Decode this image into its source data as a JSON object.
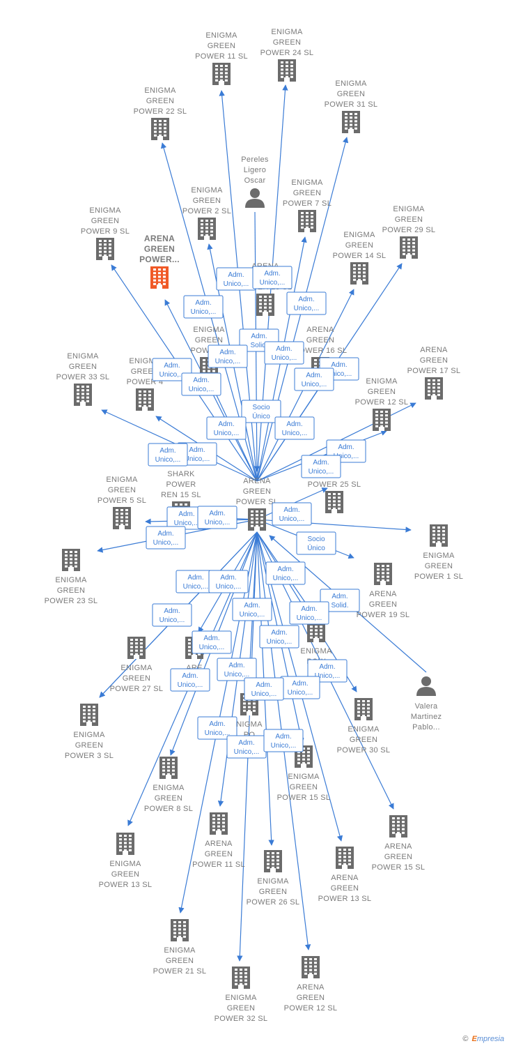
{
  "colors": {
    "building": "#6b6b6b",
    "highlight": "#f05a28",
    "edge": "#3a7bd5",
    "label": "#7a7a7a"
  },
  "footer": {
    "copyright": "©",
    "brand_first": "E",
    "brand_rest": "mpresia"
  },
  "center": {
    "id": "center",
    "lines": [
      "ARENA",
      "GREEN",
      "POWER  SL"
    ]
  },
  "nodes": [
    {
      "id": "n11",
      "type": "company",
      "lines": [
        "ENIGMA",
        "GREEN",
        "POWER 11  SL"
      ]
    },
    {
      "id": "n24",
      "type": "company",
      "lines": [
        "ENIGMA",
        "GREEN",
        "POWER 24  SL"
      ]
    },
    {
      "id": "n22",
      "type": "company",
      "lines": [
        "ENIGMA",
        "GREEN",
        "POWER 22  SL"
      ]
    },
    {
      "id": "n31",
      "type": "company",
      "lines": [
        "ENIGMA",
        "GREEN",
        "POWER 31  SL"
      ]
    },
    {
      "id": "pereles",
      "type": "person",
      "lines": [
        "Pereles",
        "Ligero",
        "Oscar"
      ]
    },
    {
      "id": "n2",
      "type": "company",
      "lines": [
        "ENIGMA",
        "GREEN",
        "POWER 2  SL"
      ]
    },
    {
      "id": "n7",
      "type": "company",
      "lines": [
        "ENIGMA",
        "GREEN",
        "POWER 7  SL"
      ]
    },
    {
      "id": "n9",
      "type": "company",
      "lines": [
        "ENIGMA",
        "GREEN",
        "POWER 9  SL"
      ]
    },
    {
      "id": "agpx",
      "type": "company-highlight",
      "lines": [
        "ARENA",
        "GREEN",
        "POWER..."
      ]
    },
    {
      "id": "n29",
      "type": "company",
      "lines": [
        "ENIGMA",
        "GREEN",
        "POWER 29  SL"
      ]
    },
    {
      "id": "n14",
      "type": "company",
      "lines": [
        "ENIGMA",
        "GREEN",
        "POWER 14  SL"
      ]
    },
    {
      "id": "a18",
      "type": "company",
      "lines": [
        "ARENA",
        "GREEN",
        "POWER 18  SL"
      ]
    },
    {
      "id": "n1x",
      "type": "company",
      "lines": [
        "ENIGMA",
        "GREEN",
        "POWER 1"
      ]
    },
    {
      "id": "a16",
      "type": "company",
      "lines": [
        "ARENA",
        "GREEN",
        "POWER 16  SL"
      ]
    },
    {
      "id": "a17",
      "type": "company",
      "lines": [
        "ARENA",
        "GREEN",
        "POWER 17  SL"
      ]
    },
    {
      "id": "n33",
      "type": "company",
      "lines": [
        "ENIGMA",
        "GREEN",
        "POWER 33  SL"
      ]
    },
    {
      "id": "n4",
      "type": "company",
      "lines": [
        "ENIGMA",
        "GREEN",
        "POWER 4"
      ]
    },
    {
      "id": "n12",
      "type": "company",
      "lines": [
        "ENIGMA",
        "GREEN",
        "POWER 12  SL"
      ]
    },
    {
      "id": "shark",
      "type": "company",
      "lines": [
        "SHARK",
        "POWER",
        "REN 15  SL"
      ]
    },
    {
      "id": "a25",
      "type": "company",
      "lines": [
        "N",
        "POWER 25  SL"
      ]
    },
    {
      "id": "n5",
      "type": "company",
      "lines": [
        "ENIGMA",
        "GREEN",
        "POWER 5  SL"
      ]
    },
    {
      "id": "ne1",
      "type": "company",
      "lines": [
        "ENIGMA",
        "GREEN",
        "POWER 1  SL"
      ]
    },
    {
      "id": "n23",
      "type": "company",
      "lines": [
        "ENIGMA",
        "GREEN",
        "POWER 23  SL"
      ]
    },
    {
      "id": "a19",
      "type": "company",
      "lines": [
        "ARENA",
        "GREEN",
        "POWER 19  SL"
      ]
    },
    {
      "id": "n27",
      "type": "company",
      "lines": [
        "ENIGMA",
        "GREEN",
        "POWER 27  SL"
      ]
    },
    {
      "id": "arx",
      "type": "company",
      "lines": [
        "ARE"
      ]
    },
    {
      "id": "ngx",
      "type": "company",
      "lines": [
        "ENIGMA",
        "POW"
      ]
    },
    {
      "id": "valera",
      "type": "person",
      "lines": [
        "Valera",
        "Martinez",
        "Pablo..."
      ]
    },
    {
      "id": "n3",
      "type": "company",
      "lines": [
        "ENIGMA",
        "GREEN",
        "POWER 3  SL"
      ]
    },
    {
      "id": "nmx",
      "type": "company",
      "lines": [
        "NIGMA",
        "PO"
      ]
    },
    {
      "id": "n30",
      "type": "company",
      "lines": [
        "ENIGMA",
        "GREEN",
        "POWER 30  SL"
      ]
    },
    {
      "id": "n8",
      "type": "company",
      "lines": [
        "ENIGMA",
        "GREEN",
        "POWER 8  SL"
      ]
    },
    {
      "id": "n15",
      "type": "company",
      "lines": [
        "ENIGMA",
        "GREEN",
        "POWER 15  SL"
      ]
    },
    {
      "id": "a11",
      "type": "company",
      "lines": [
        "ARENA",
        "GREEN",
        "POWER 11  SL"
      ]
    },
    {
      "id": "a15",
      "type": "company",
      "lines": [
        "ARENA",
        "GREEN",
        "POWER 15  SL"
      ]
    },
    {
      "id": "n13",
      "type": "company",
      "lines": [
        "ENIGMA",
        "GREEN",
        "POWER 13  SL"
      ]
    },
    {
      "id": "n26",
      "type": "company",
      "lines": [
        "ENIGMA",
        "GREEN",
        "POWER 26  SL"
      ]
    },
    {
      "id": "a13",
      "type": "company",
      "lines": [
        "ARENA",
        "GREEN",
        "POWER 13  SL"
      ]
    },
    {
      "id": "n21",
      "type": "company",
      "lines": [
        "ENIGMA",
        "GREEN",
        "POWER 21  SL"
      ]
    },
    {
      "id": "n32",
      "type": "company",
      "lines": [
        "ENIGMA",
        "GREEN",
        "POWER 32  SL"
      ]
    },
    {
      "id": "a12",
      "type": "company",
      "lines": [
        "ARENA",
        "GREEN",
        "POWER 12  SL"
      ]
    }
  ],
  "edges": [
    {
      "from": "center",
      "to": "n11",
      "lines": [
        "Adm.",
        "Unico,..."
      ]
    },
    {
      "from": "center",
      "to": "n24",
      "lines": [
        "Adm.",
        "Unico,..."
      ]
    },
    {
      "from": "center",
      "to": "n22",
      "lines": [
        "Adm.",
        "Unico,..."
      ]
    },
    {
      "from": "center",
      "to": "n7",
      "lines": [
        "Adm.",
        "Unico,..."
      ]
    },
    {
      "from": "center",
      "to": "n31",
      "lines": [
        "Adm.",
        "Solid."
      ]
    },
    {
      "from": "center",
      "to": "n2",
      "lines": [
        "Adm.",
        "Unico,..."
      ]
    },
    {
      "from": "center",
      "to": "n29",
      "lines": [
        "Adm.",
        "Unico,..."
      ]
    },
    {
      "from": "center",
      "to": "n14",
      "lines": [
        "Adm.",
        "Unico,..."
      ]
    },
    {
      "from": "center",
      "to": "n9",
      "lines": [
        "Adm.",
        "Unico,..."
      ]
    },
    {
      "from": "center",
      "to": "a16",
      "lines": [
        "Adm.",
        "Unico,..."
      ]
    },
    {
      "from": "pereles",
      "to": "center",
      "lines": [
        "Socio",
        "Único"
      ]
    },
    {
      "from": "center",
      "to": "agpx",
      "lines": [
        "Adm.",
        "Unico,..."
      ]
    },
    {
      "from": "center",
      "to": "n1x",
      "lines": [
        "Adm.",
        "Unico,..."
      ]
    },
    {
      "from": "center",
      "to": "a17",
      "lines": [
        "Adm.",
        "Unico,..."
      ]
    },
    {
      "from": "center",
      "to": "n12",
      "lines": [
        "Adm.",
        "Unico,..."
      ]
    },
    {
      "from": "center",
      "to": "n33",
      "lines": [
        "Adm.",
        "Unico,..."
      ]
    },
    {
      "from": "center",
      "to": "n4",
      "lines": [
        "Adm.",
        "Unico,..."
      ]
    },
    {
      "from": "center",
      "to": "n5",
      "lines": [
        "Adm.",
        "Unico,..."
      ]
    },
    {
      "from": "center",
      "to": "n23",
      "lines": [
        "Adm.",
        "Unico,..."
      ]
    },
    {
      "from": "center",
      "to": "shark",
      "lines": [
        "Adm.",
        "Unico,..."
      ]
    },
    {
      "from": "center",
      "to": "ne1",
      "lines": [
        "Adm.",
        "Unico,..."
      ]
    },
    {
      "from": "center",
      "to": "a25",
      "lines": [
        "Adm.",
        "Unico,..."
      ]
    },
    {
      "from": "center",
      "to": "a19",
      "lines": [
        "Socio",
        "Único"
      ]
    },
    {
      "from": "valera",
      "to": "center",
      "lines": [
        "Adm.",
        "Solid."
      ]
    },
    {
      "from": "center",
      "to": "n27",
      "lines": [
        "Adm.",
        "Unico,..."
      ]
    },
    {
      "from": "center",
      "to": "n3",
      "lines": [
        "Adm.",
        "Unico,..."
      ]
    },
    {
      "from": "center",
      "to": "arx",
      "lines": [
        "Adm.",
        "Unico,..."
      ]
    },
    {
      "from": "center",
      "to": "ngx",
      "lines": [
        "Adm.",
        "Unico,..."
      ]
    },
    {
      "from": "center",
      "to": "n30",
      "lines": [
        "Adm.",
        "Unico,..."
      ]
    },
    {
      "from": "center",
      "to": "n8",
      "lines": [
        "Adm.",
        "Unico,..."
      ]
    },
    {
      "from": "center",
      "to": "nmx",
      "lines": [
        "Adm.",
        "Unico,..."
      ]
    },
    {
      "from": "center",
      "to": "n13",
      "lines": [
        "Adm.",
        "Unico,..."
      ]
    },
    {
      "from": "center",
      "to": "a15",
      "lines": [
        "Adm.",
        "Unico,..."
      ]
    },
    {
      "from": "center",
      "to": "n15",
      "lines": [
        "Adm.",
        "Unico,..."
      ]
    },
    {
      "from": "center",
      "to": "a11",
      "lines": [
        "Adm.",
        "Unico,..."
      ]
    },
    {
      "from": "center",
      "to": "n21",
      "lines": [
        "Adm.",
        "Unico,..."
      ]
    },
    {
      "from": "center",
      "to": "n32",
      "lines": [
        "Adm.",
        "Unico,..."
      ]
    },
    {
      "from": "center",
      "to": "n26",
      "lines": [
        "Adm.",
        "Unico,..."
      ]
    },
    {
      "from": "center",
      "to": "a13",
      "lines": [
        "Adm.",
        "Unico,..."
      ]
    },
    {
      "from": "center",
      "to": "a12",
      "lines": [
        "Adm.",
        "Unico,..."
      ]
    }
  ]
}
